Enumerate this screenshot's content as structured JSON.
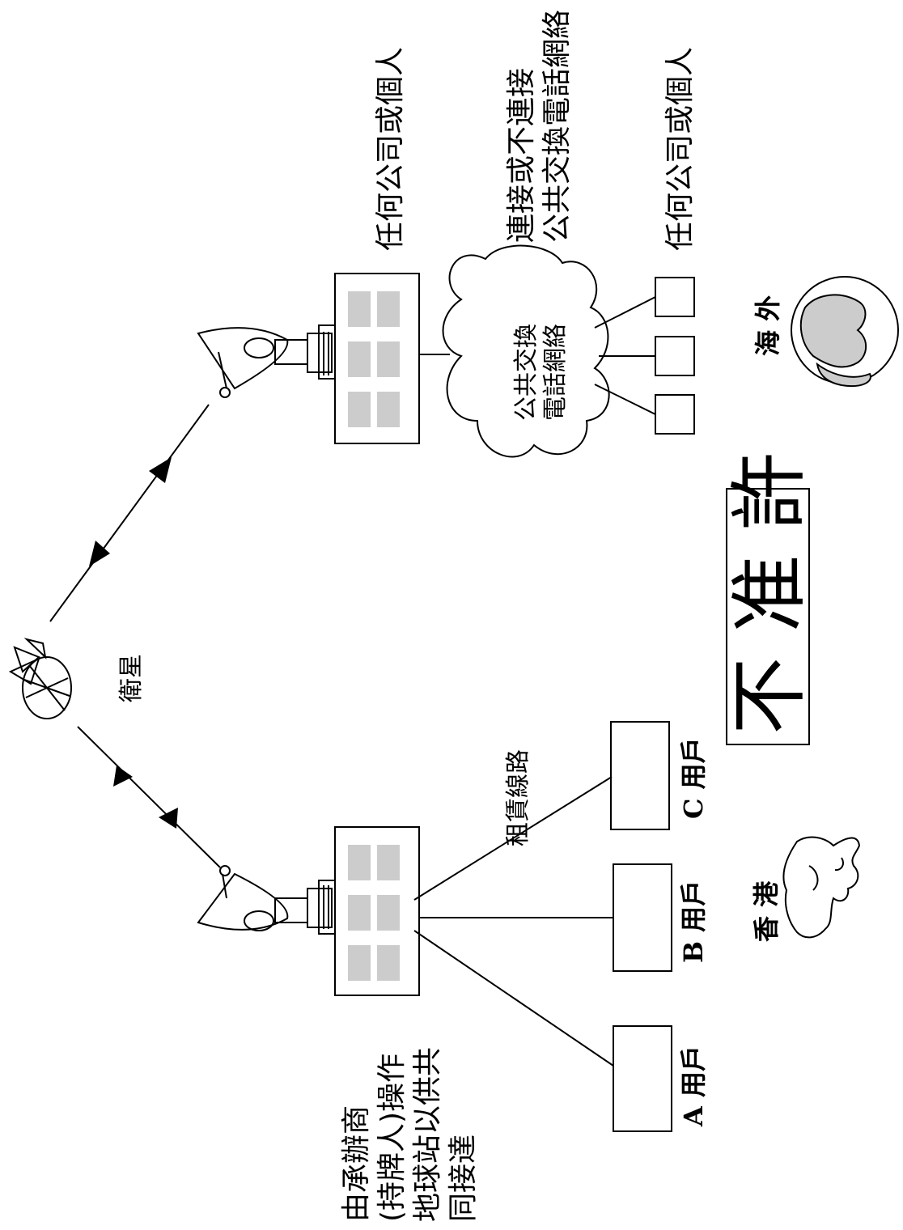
{
  "labels": {
    "satellite": "衛星",
    "company_top": "任何公司或個人",
    "connect_line1": "連接或不連接",
    "connect_line2": "公共交換電話網絡",
    "cloud_line1": "公共交換",
    "cloud_line2": "電話網絡",
    "company_right": "任何公司或個人",
    "overseas": "海 外",
    "not_allowed": "不 准 許",
    "leased_line": "租賃線路",
    "user_c": "C 用戶",
    "user_b": "B 用戶",
    "user_a": "A 用戶",
    "hongkong": "香 港",
    "operator_line1": "由承辦商",
    "operator_line2": "(持牌人)操作",
    "operator_line3": "地球站以供共",
    "operator_line4": "同接達"
  }
}
